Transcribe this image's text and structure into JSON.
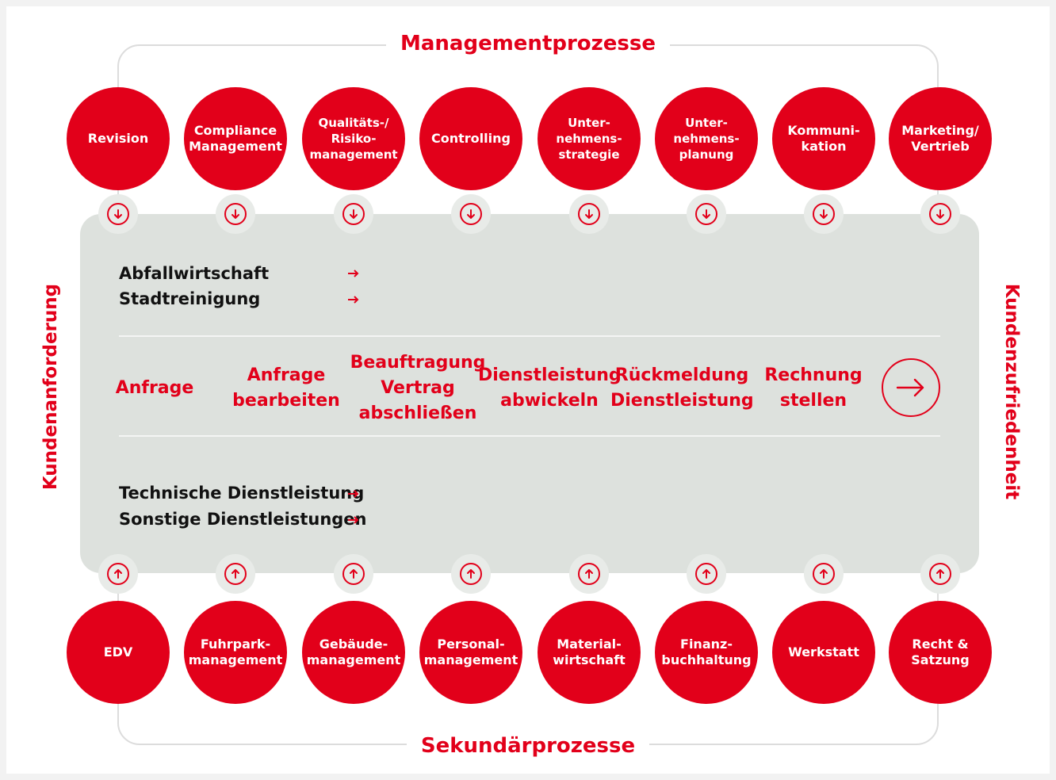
{
  "top_section": {
    "title": "Managementprozesse"
  },
  "bottom_section": {
    "title": "Sekundärprozesse"
  },
  "left_label": "Kundenanforderung",
  "right_label": "Kundenzufriedenheit",
  "management_processes": [
    {
      "label": "Revision"
    },
    {
      "label": "Compliance\nManagement"
    },
    {
      "label": "Qualitäts-/\nRisiko-\nmanagement"
    },
    {
      "label": "Controlling"
    },
    {
      "label": "Unter-\nnehmens-\nstrategie"
    },
    {
      "label": "Unter-\nnehmens-\nplanung"
    },
    {
      "label": "Kommuni-\nkation"
    },
    {
      "label": "Marketing/\nVertrieb"
    }
  ],
  "secondary_processes": [
    {
      "label": "EDV"
    },
    {
      "label": "Fuhrpark-\nmanagement"
    },
    {
      "label": "Gebäude-\nmanagement"
    },
    {
      "label": "Personal-\nmanagement"
    },
    {
      "label": "Material-\nwirtschaft"
    },
    {
      "label": "Finanz-\nbuchhaltung"
    },
    {
      "label": "Werkstatt"
    },
    {
      "label": "Recht &\nSatzung"
    }
  ],
  "core_top": [
    "Abfallwirtschaft",
    "Stadtreinigung"
  ],
  "core_bottom": [
    "Technische Dienstleistung",
    "Sonstige Dienstleistungen"
  ],
  "steps": [
    {
      "label": "Anfrage"
    },
    {
      "label": "Anfrage\nbearbeiten"
    },
    {
      "label": "Beauftragung\nVertrag\nabschließen"
    },
    {
      "label": "Dienstleistung\nabwickeln"
    },
    {
      "label": "Rückmeldung\nDienstleistung"
    },
    {
      "label": "Rechnung\nstellen"
    }
  ],
  "colors": {
    "accent": "#e2001a",
    "panel": "#dde1dd",
    "frame": "#dcdcdc"
  },
  "icons": {
    "down": "arrow-down-circle-icon",
    "up": "arrow-up-circle-icon",
    "next": "arrow-right-circle-icon"
  }
}
